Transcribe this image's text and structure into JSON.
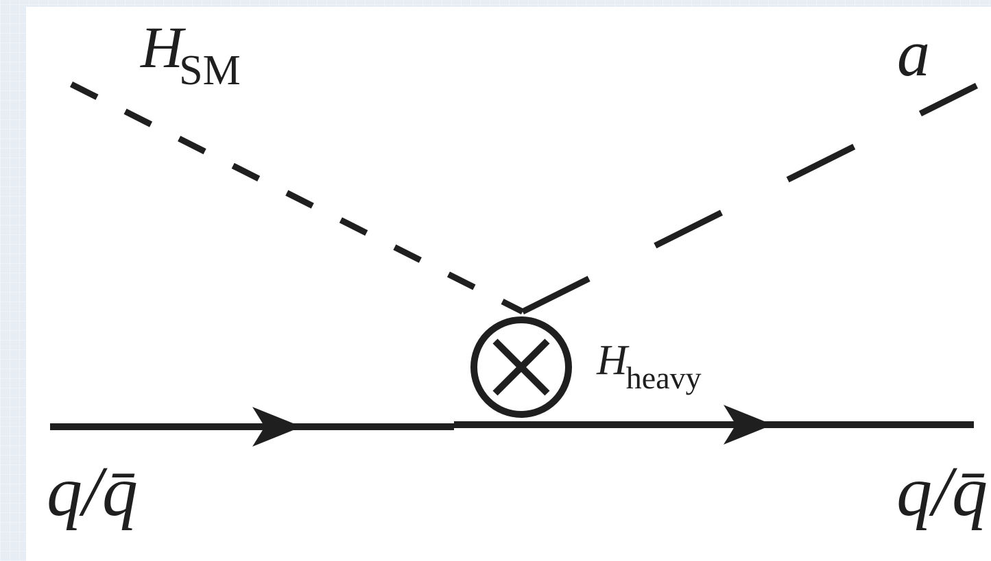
{
  "diagram": {
    "labels": {
      "h_sm_main": "H",
      "h_sm_sub": "SM",
      "axion": "a",
      "h_heavy_main": "H",
      "h_heavy_sub": "heavy",
      "quark_left": "q/q̄",
      "quark_right": "q/q̄"
    },
    "colors": {
      "line": "#1f1f1f",
      "background": "#ffffff"
    }
  }
}
